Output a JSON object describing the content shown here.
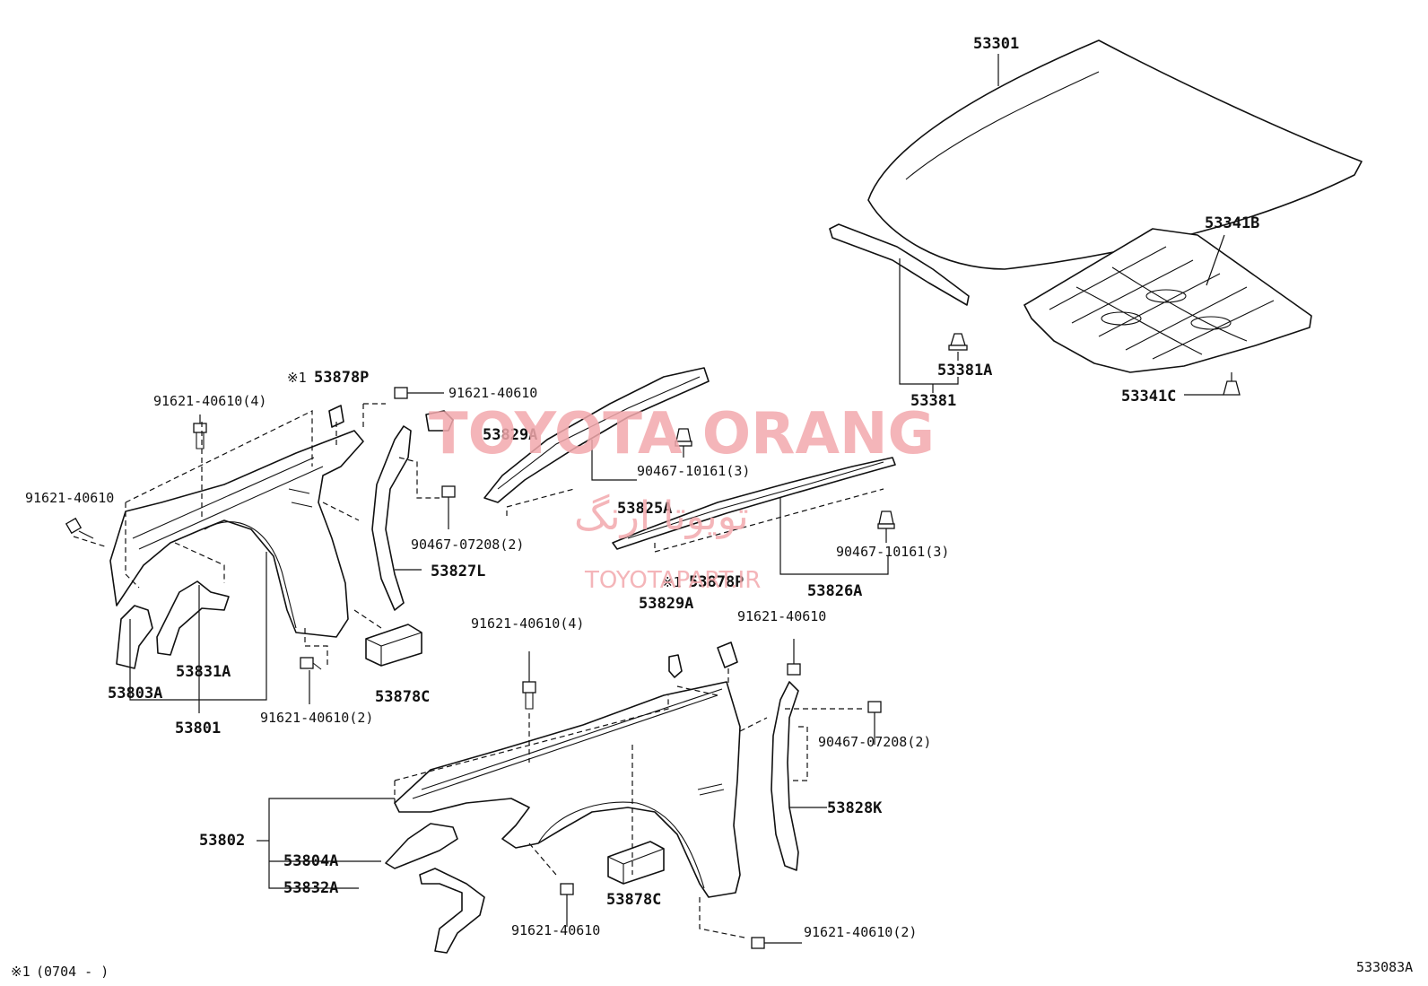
{
  "watermark": {
    "brand": "TOYOTA ORANG",
    "persian": "تویوتا ارنگ",
    "site": "TOYOTAPART.IR"
  },
  "labels": {
    "hood": "53301",
    "hood_insulator": "53341B",
    "insulator_clip": "53341C",
    "hood_seal_clip": "53381A",
    "hood_seal": "53381",
    "note_mark_1": "※1",
    "spacer_upper": "53878P",
    "bolt_upper_left_4": "91621-40610(4)",
    "bolt_upper_mid": "91621-40610",
    "bolt_far_left": "91621-40610",
    "cushion_upper": "53829A",
    "clip_10161_upper": "90467-10161(3)",
    "seal_rh": "53825A",
    "clip_07208_left": "90467-07208(2)",
    "clip_10161_lower": "90467-10161(3)",
    "seal_lh": "53826A",
    "liner_upper": "53827L",
    "note_mark_2": "※1",
    "spacer_lower": "53878P",
    "cushion_lower": "53829A",
    "bolt_lower_mid_4": "91621-40610(4)",
    "bolt_lower_right": "91621-40610",
    "pad_upper": "53878C",
    "bracket_upper": "53803A",
    "brace_upper": "53831A",
    "fender_upper": "53801",
    "bolt_upper_bottom_2": "91621-40610(2)",
    "clip_07208_right": "90467-07208(2)",
    "liner_lower": "53828K",
    "fender_lower": "53802",
    "bracket_lower": "53804A",
    "brace_lower": "53832A",
    "pad_lower": "53878C",
    "bolt_lower_bottom": "91621-40610",
    "bolt_lower_bottom_2": "91621-40610(2)"
  },
  "footnote": {
    "mark": "※1",
    "range": "(0704 -        )"
  },
  "diagram_code": "533083A"
}
